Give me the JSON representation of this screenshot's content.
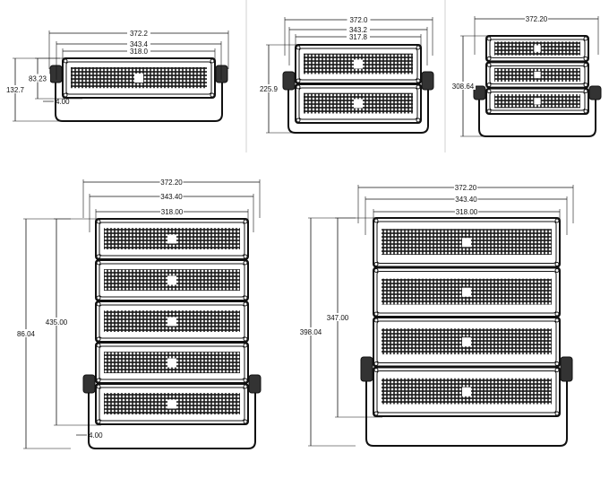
{
  "drawings": [
    {
      "id": "one-module",
      "modules": 1,
      "labels": {
        "overall_width": "372.2",
        "bracket_width": "343.4",
        "body_width": "318.0",
        "body_height": "83.23",
        "total_height": "132.7",
        "offset": "4.00"
      }
    },
    {
      "id": "two-module",
      "modules": 2,
      "labels": {
        "overall_width": "372.0",
        "bracket_width": "343.2",
        "body_width": "317.8",
        "total_height": "225.9"
      }
    },
    {
      "id": "three-module",
      "modules": 3,
      "labels": {
        "overall_width": "372.20",
        "total_height": "308.64"
      }
    },
    {
      "id": "five-module",
      "modules": 5,
      "labels": {
        "overall_width": "372.20",
        "bracket_width": "343.40",
        "body_width": "318.00",
        "body_height": "435.00",
        "total_height": "86.04",
        "offset": "4.00"
      }
    },
    {
      "id": "four-module",
      "modules": 4,
      "labels": {
        "overall_width": "372.20",
        "bracket_width": "343.40",
        "body_width": "318.00",
        "body_height": "347.00",
        "total_height": "398.04"
      }
    }
  ],
  "colors": {
    "line": "#111111",
    "divider": "#d0d0d0",
    "background": "#ffffff"
  }
}
